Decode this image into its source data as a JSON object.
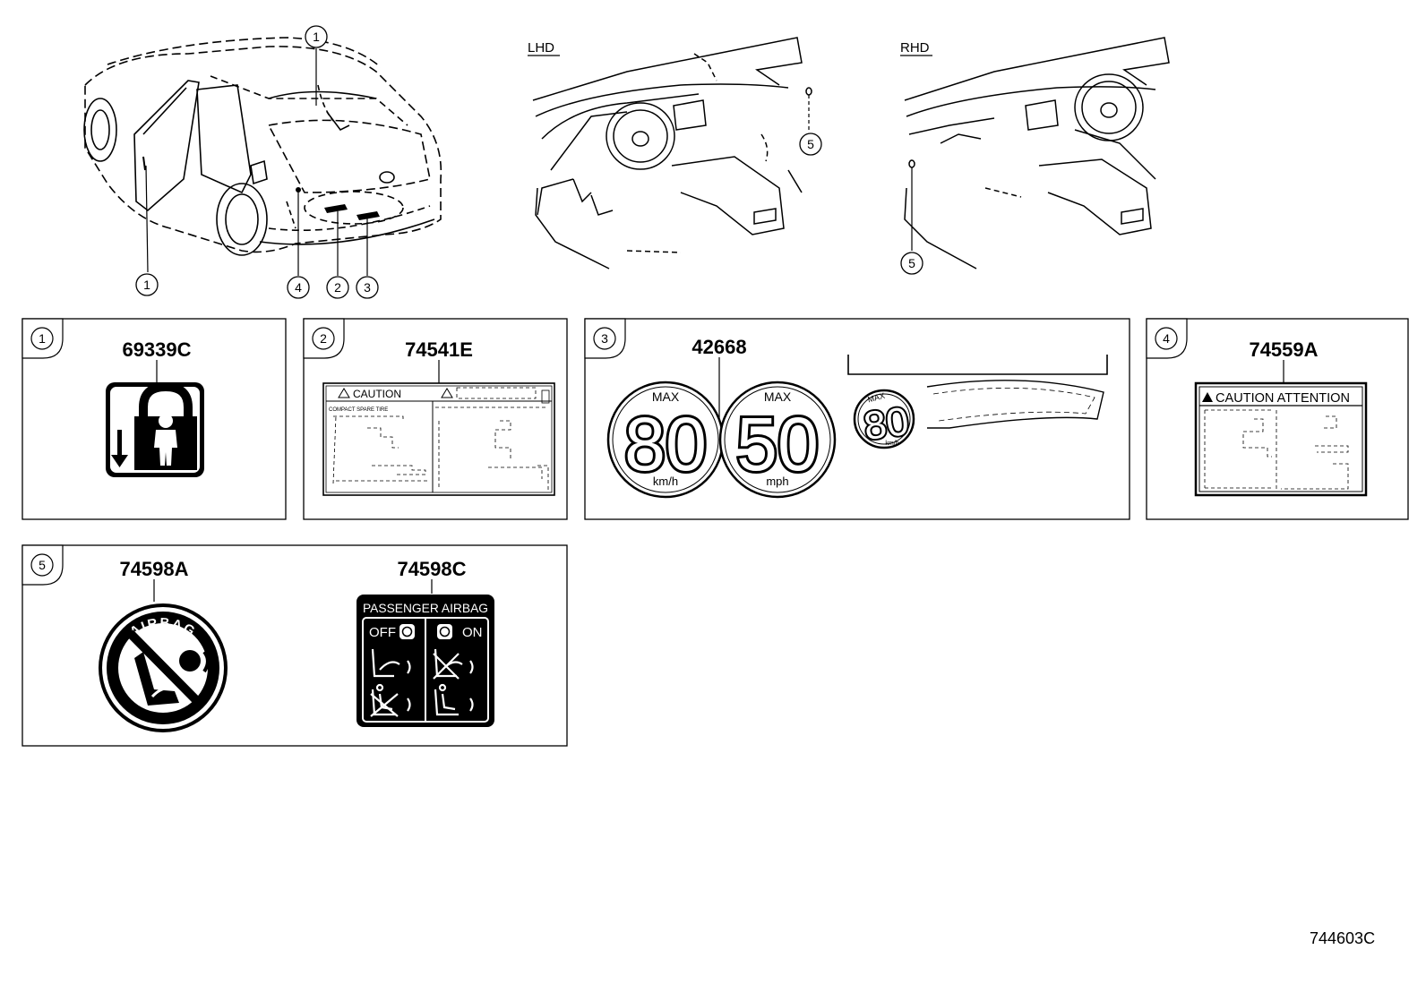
{
  "overview": {
    "views": [
      {
        "id": "lhd",
        "label": "LHD",
        "callouts": [
          "5"
        ]
      },
      {
        "id": "rhd",
        "label": "RHD",
        "callouts": [
          "5"
        ]
      }
    ],
    "vehicle_callouts": [
      "1",
      "1",
      "4",
      "2",
      "3"
    ]
  },
  "panels": [
    {
      "num": "1",
      "part": "69339C"
    },
    {
      "num": "2",
      "part": "74541E",
      "heading": "CAUTION",
      "sub": "COMPACT SPARE TIRE"
    },
    {
      "num": "3",
      "part": "42668",
      "badges": [
        {
          "top": "MAX",
          "value": "80",
          "unit": "km/h"
        },
        {
          "top": "MAX",
          "value": "50",
          "unit": "mph"
        },
        {
          "top": "MAX",
          "value": "80",
          "unit": "km/h"
        }
      ]
    },
    {
      "num": "4",
      "part": "74559A",
      "heading": "CAUTION ATTENTION"
    },
    {
      "num": "5",
      "parts": [
        "74598A",
        "74598C"
      ],
      "airbag_ring": "AIRBAG",
      "airbag_label": {
        "title": "PASSENGER AIRBAG",
        "off": "OFF",
        "on": "ON"
      }
    }
  ],
  "figure_id": "744603C"
}
